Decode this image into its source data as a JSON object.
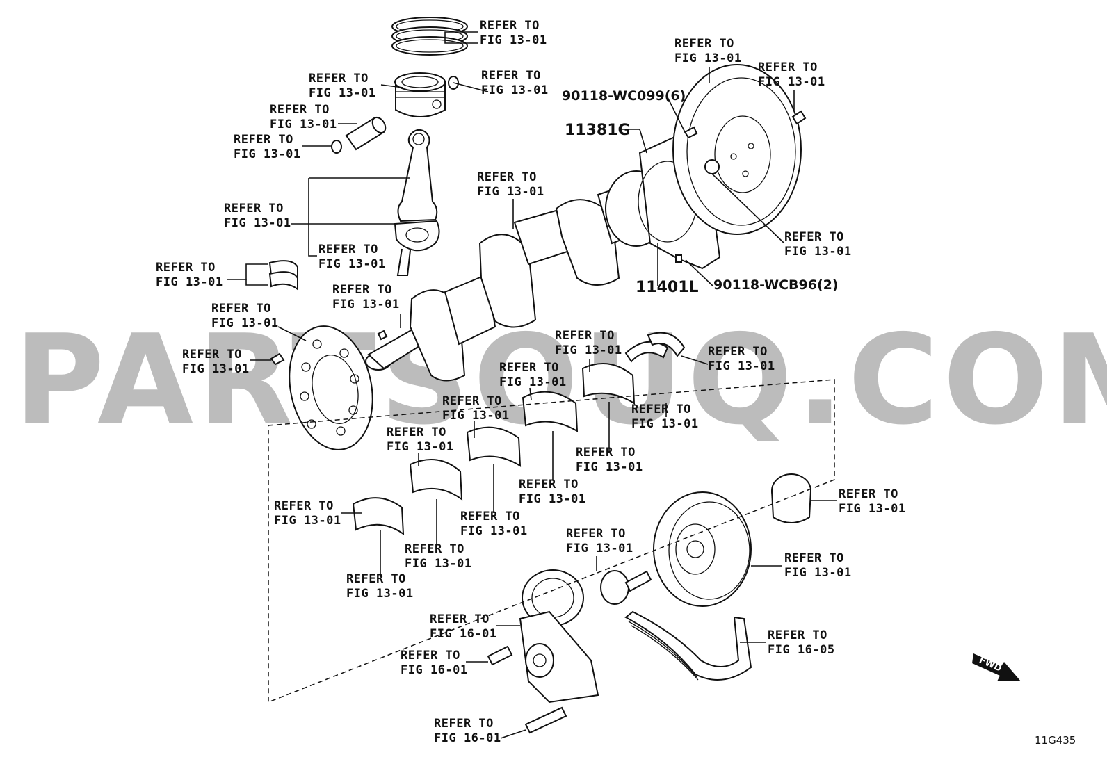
{
  "watermark": {
    "text": "PARTSOUQ.COM",
    "color": "#b9b9b9"
  },
  "figure_id": "11G435",
  "fwd_label": "FWD",
  "refer": {
    "r13_line1": "REFER TO",
    "r13_line2": "FIG 13-01",
    "r16_01_line1": "REFER TO",
    "r16_01_line2": "FIG 16-01",
    "r16_05_line1": "REFER TO",
    "r16_05_line2": "FIG 16-05"
  },
  "part_numbers": {
    "bolt_flywheel": "90118-WC099(6)",
    "oil_seal_retainer": "11381G",
    "main_seal": "11401L",
    "pin_dowel": "90118-WCB96(2)"
  },
  "colors": {
    "ink": "#111111",
    "background": "#ffffff"
  },
  "icons": [
    "fwd-arrow-icon"
  ]
}
